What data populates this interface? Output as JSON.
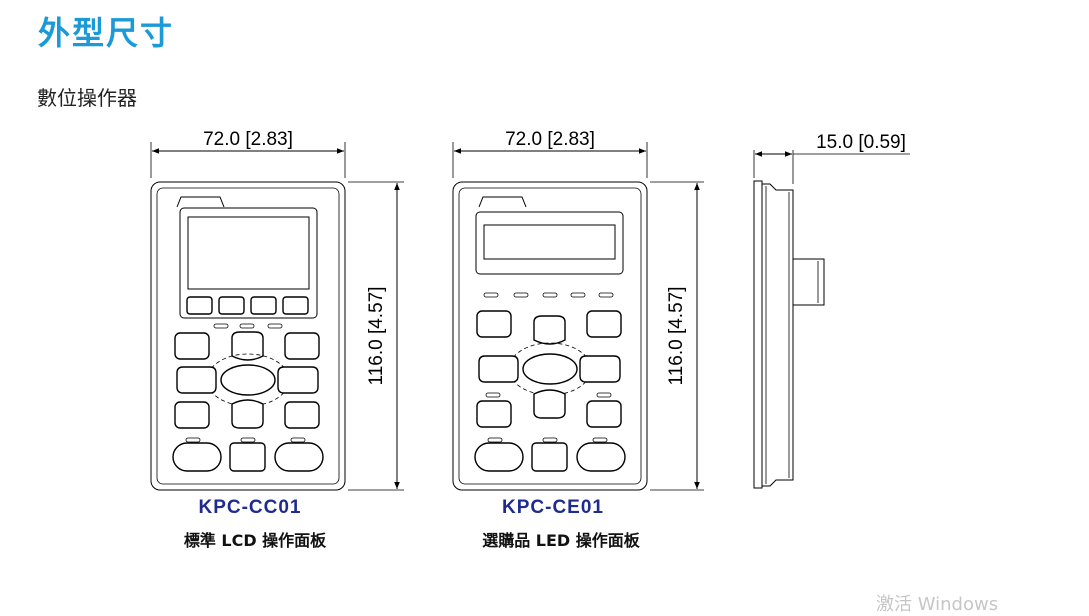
{
  "heading": "外型尺寸",
  "section": "數位操作器",
  "panels": [
    {
      "width": "72.0 [2.83]",
      "height": "116.0 [4.57]",
      "model": "KPC-CC01",
      "desc": "標準 LCD 操作面板"
    },
    {
      "width": "72.0 [2.83]",
      "height": "116.0 [4.57]",
      "model": "KPC-CE01",
      "desc": "選購品 LED 操作面板"
    }
  ],
  "side": {
    "depth": "15.0 [0.59]"
  },
  "watermark": "激活 Windows"
}
